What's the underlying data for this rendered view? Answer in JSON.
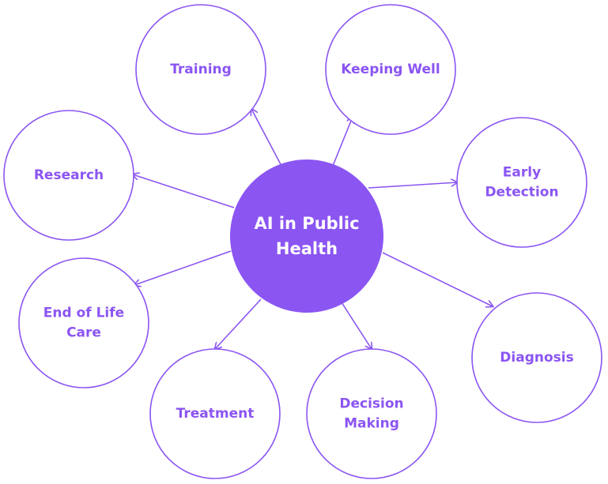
{
  "hub": {
    "lines": [
      "AI in Public",
      "Health"
    ]
  },
  "nodes": [
    {
      "id": "training",
      "lines": [
        "Training"
      ]
    },
    {
      "id": "keeping-well",
      "lines": [
        "Keeping Well"
      ]
    },
    {
      "id": "early-detection",
      "lines": [
        "Early",
        "Detection"
      ]
    },
    {
      "id": "research",
      "lines": [
        "Research"
      ]
    },
    {
      "id": "diagnosis",
      "lines": [
        "Diagnosis"
      ]
    },
    {
      "id": "end-of-life-care",
      "lines": [
        "End of Life",
        "Care"
      ]
    },
    {
      "id": "treatment",
      "lines": [
        "Treatment"
      ]
    },
    {
      "id": "decision-making",
      "lines": [
        "Decision",
        "Making"
      ]
    }
  ],
  "colors": {
    "accent": "#8b55f2",
    "hub_fill": "#8b55f2",
    "hub_text": "#ffffff",
    "node_fill": "#ffffff"
  }
}
